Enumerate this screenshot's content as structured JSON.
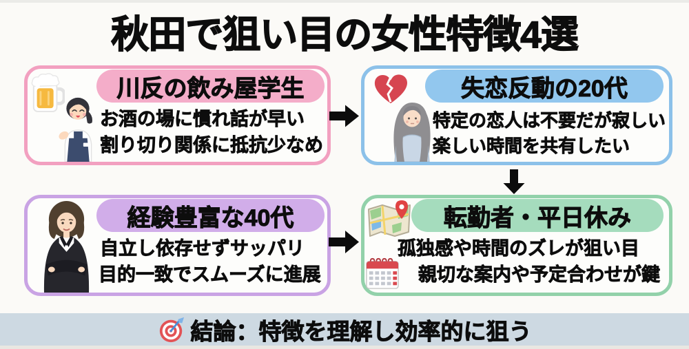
{
  "title": "秋田で狙い目の女性特徴4選",
  "cards": [
    {
      "id": "kawabata-izakaya-student",
      "header": "川反の飲み屋学生",
      "line1": "お酒の場に慣れ話が早い",
      "line2": "割り切り関係に抵抗少なめ",
      "accent_color": "#f2a0c0",
      "pill_color": "#f4adc9",
      "icons": [
        "beer-mug-icon",
        "waitress-illustration"
      ]
    },
    {
      "id": "heartbreak-rebound-20s",
      "header": "失恋反動の20代",
      "line1": "特定の恋人は不要だが寂しい",
      "line2": "楽しい時間を共有したい",
      "accent_color": "#8cc1e9",
      "pill_color": "#92c7ee",
      "icons": [
        "broken-heart-icon",
        "sad-woman-illustration"
      ]
    },
    {
      "id": "experienced-40s",
      "header": "経験豊富な40代",
      "line1": "自立し依存せずサッパリ",
      "line2": "目的一致でスムーズに進展",
      "accent_color": "#c9a3e4",
      "pill_color": "#d1ade9",
      "icons": [
        "businesswoman-illustration"
      ]
    },
    {
      "id": "transferee-weekday-off",
      "header": "転勤者・平日休み",
      "line1": "孤独感や時間のズレが狙い目",
      "line2": "親切な案内や予定合わせが鍵",
      "accent_color": "#92d1aa",
      "pill_color": "#a5dcbd",
      "icons": [
        "map-pin-icon",
        "calendar-icon"
      ]
    }
  ],
  "arrows": [
    {
      "direction": "right",
      "from": "kawabata-izakaya-student",
      "to": "heartbreak-rebound-20s"
    },
    {
      "direction": "down",
      "from": "heartbreak-rebound-20s",
      "to": "transferee-weekday-off"
    },
    {
      "direction": "right",
      "from": "experienced-40s",
      "to": "transferee-weekday-off"
    }
  ],
  "conclusion": {
    "icon": "target-dart-icon",
    "text": "結論：特徴を理解し効率的に狙う",
    "bar_color": "#cdd9e2"
  },
  "colors": {
    "background": "#fbfaf7",
    "title_text": "#0d0d0d",
    "arrow": "#0c0c0c"
  }
}
